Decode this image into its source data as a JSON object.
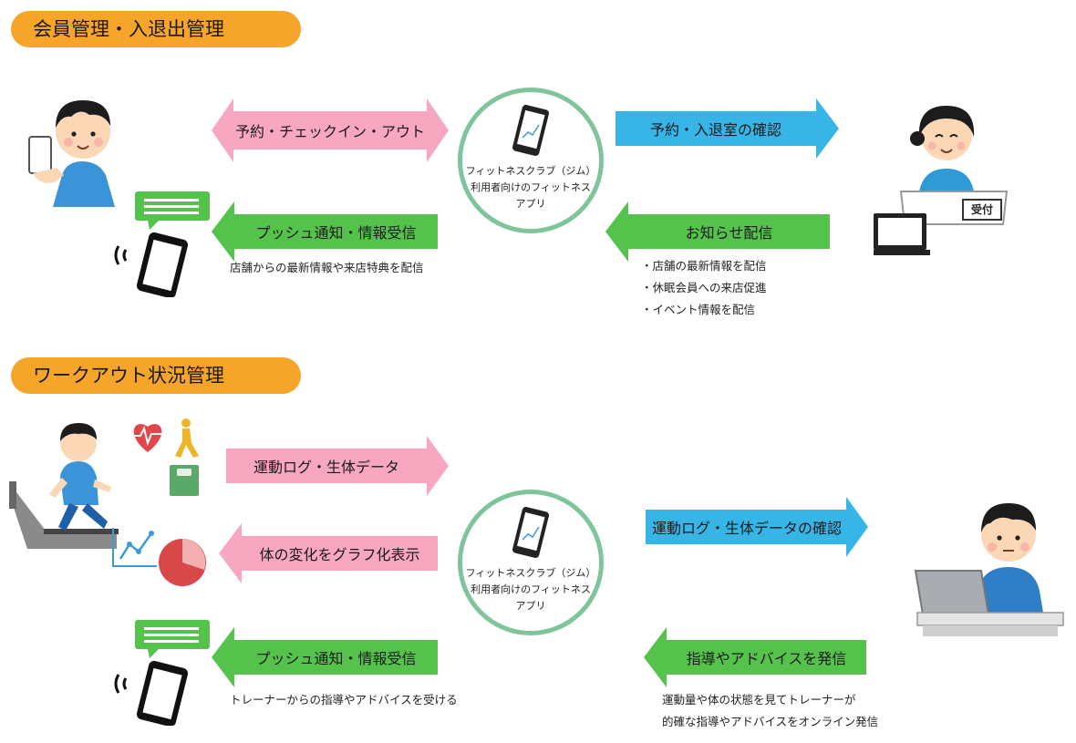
{
  "sections": [
    {
      "title": "会員管理・入退出管理"
    },
    {
      "title": "ワークアウト状況管理"
    }
  ],
  "app": {
    "line1": "フィットネスクラブ（ジム）",
    "line2": "利用者向けのフィットネス",
    "line3": "アプリ"
  },
  "top": {
    "arrow_reserve": "予約・チェックイン・アウト",
    "arrow_confirm": "予約・入退室の確認",
    "arrow_push": "プッシュ通知・情報受信",
    "arrow_notice": "お知らせ配信",
    "push_note": "店舗からの最新情報や来店特典を配信",
    "notice_items": [
      "・店舗の最新情報を配信",
      "・休眠会員への来店促進",
      "・イベント情報を配信"
    ],
    "counter_sign": "受付"
  },
  "bottom": {
    "arrow_log": "運動ログ・生体データ",
    "arrow_graph": "体の変化をグラフ化表示",
    "arrow_log_confirm": "運動ログ・生体データの確認",
    "arrow_push": "プッシュ通知・情報受信",
    "arrow_advice": "指導やアドバイスを発信",
    "push_note": "トレーナーからの指導やアドバイスを受ける",
    "advice_note_1": "運動量や体の状態を見てトレーナーが",
    "advice_note_2": "的確な指導やアドバイスをオンライン発信"
  },
  "colors": {
    "pink": "#f7a8c0",
    "blue": "#36b5e6",
    "green": "#55c24c",
    "orange": "#f6a52b",
    "circle": "#7fc49a"
  }
}
